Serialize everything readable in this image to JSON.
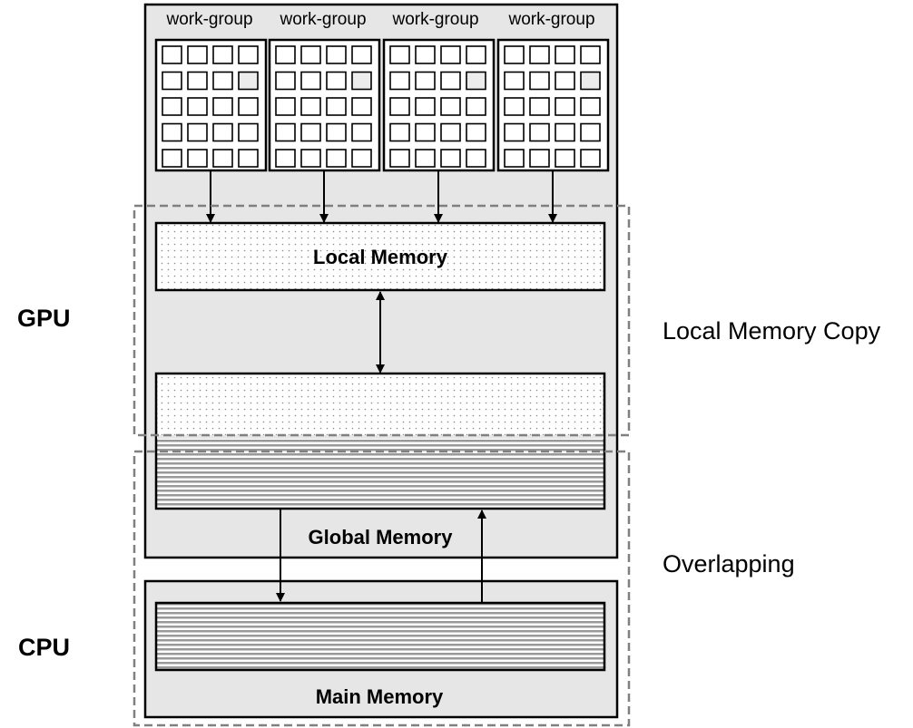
{
  "labels": {
    "gpu": "GPU",
    "cpu": "CPU",
    "local_memory": "Local Memory",
    "global_memory": "Global Memory",
    "main_memory": "Main Memory",
    "local_memory_copy": "Local Memory Copy",
    "overlapping": "Overlapping"
  },
  "work_groups": [
    {
      "label": "work-group"
    },
    {
      "label": "work-group"
    },
    {
      "label": "work-group"
    },
    {
      "label": "work-group"
    }
  ],
  "work_item_grid": {
    "rows": 5,
    "cols": 4,
    "highlighted_cell": [
      1,
      3
    ]
  },
  "colors": {
    "panel_fill": "#e6e6e6",
    "cell_fill": "#ffffff",
    "cell_highlight": "#ececec",
    "stripe": "#999999",
    "dashed_border": "#808080",
    "dot": "#8a8a8a",
    "stroke": "#000000"
  }
}
